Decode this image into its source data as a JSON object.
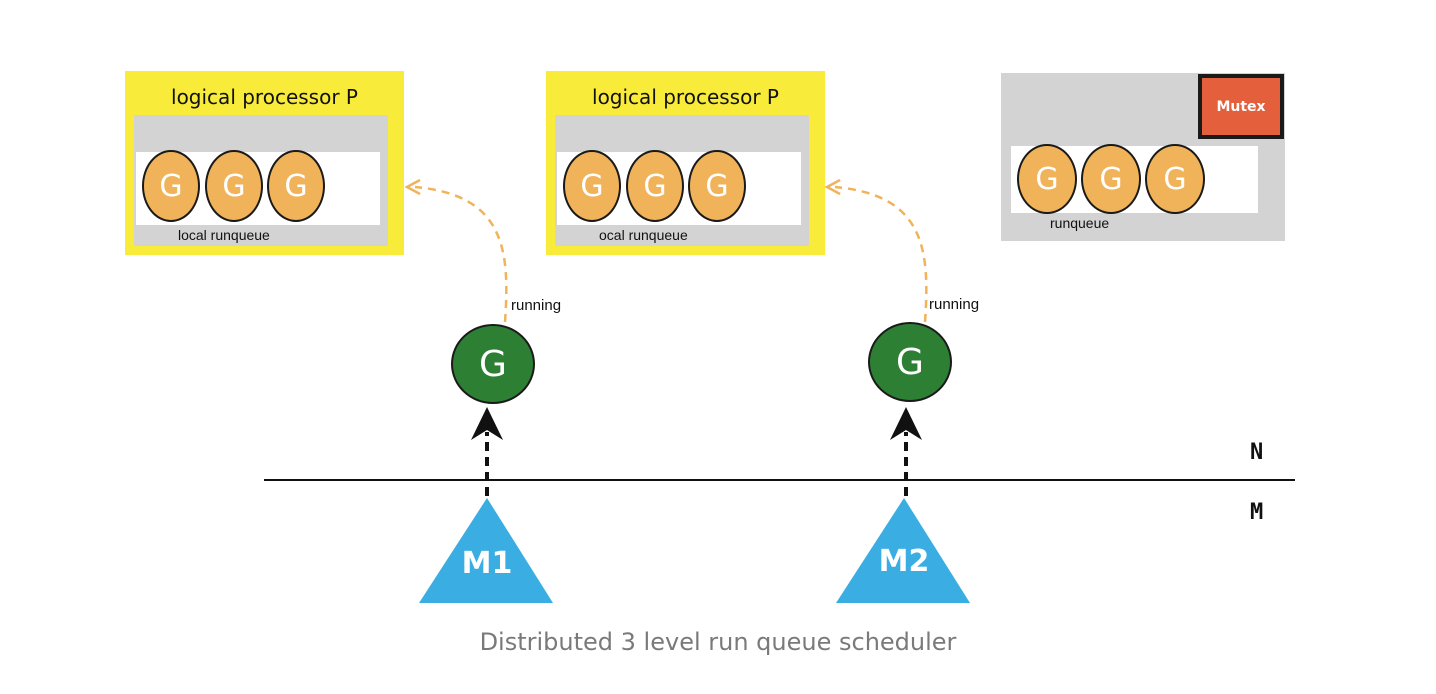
{
  "processors": [
    {
      "title": "logical processor P",
      "goroutines": [
        "G",
        "G",
        "G"
      ],
      "queue_label": "local runqueue"
    },
    {
      "title": "logical processor P",
      "goroutines": [
        "G",
        "G",
        "G"
      ],
      "queue_label": "ocal runqueue"
    }
  ],
  "global_queue": {
    "mutex_label": "Mutex",
    "goroutines": [
      "G",
      "G",
      "G"
    ],
    "queue_label": "runqueue"
  },
  "threads": [
    {
      "running_goroutine": "G",
      "running_label": "running",
      "machine_label": "M1"
    },
    {
      "running_goroutine": "G",
      "running_label": "running",
      "machine_label": "M2"
    }
  ],
  "levels": {
    "top": "N",
    "bottom": "M"
  },
  "caption": "Distributed 3 level run queue scheduler",
  "colors": {
    "processor_bg": "#f9eb3a",
    "queue_bg": "#d3d3d3",
    "goroutine_queued": "#f0b35a",
    "goroutine_running": "#2d7f33",
    "mutex": "#e45f3c",
    "machine": "#3aaee2",
    "arrow_dashed_orange": "#f0b35a"
  }
}
